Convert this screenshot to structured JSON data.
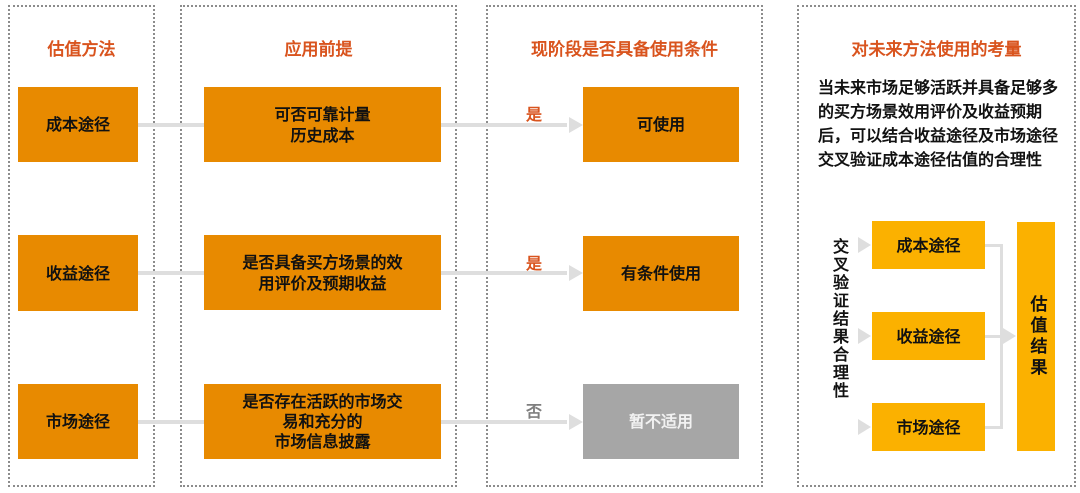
{
  "panels": {
    "methods": {
      "title": "估值方法",
      "items": [
        "成本途径",
        "收益途径",
        "市场途径"
      ]
    },
    "premises": {
      "title": "应用前提",
      "items": [
        "可否可靠计量\n历史成本",
        "是否具备买方场景的效\n用评价及预期收益",
        "是否存在活跃的市场交\n易和充分的\n市场信息披露"
      ]
    },
    "current_conditions": {
      "title": "现阶段是否具备使用条件",
      "decisions": [
        "是",
        "是",
        "否"
      ],
      "results": [
        "可使用",
        "有条件使用",
        "暂不适用"
      ]
    },
    "future": {
      "title": "对未来方法使用的考量",
      "description": "当未来市场足够活跃并具备足够多的买方场景效用评价及收益预期后，可以结合收益途径及市场途径交叉验证成本途径估值的合理性",
      "cross_check_label": "交叉验证结果合理性",
      "methods": [
        "成本途径",
        "收益途径",
        "市场途径"
      ],
      "result": "估值结果"
    }
  },
  "colors": {
    "title_orange": "#d9541e",
    "box_orange": "#e88a00",
    "box_amber": "#fbb100",
    "box_grey": "#a6a6a6",
    "connector": "#dedede",
    "decision_no": "#7f7f7f"
  }
}
